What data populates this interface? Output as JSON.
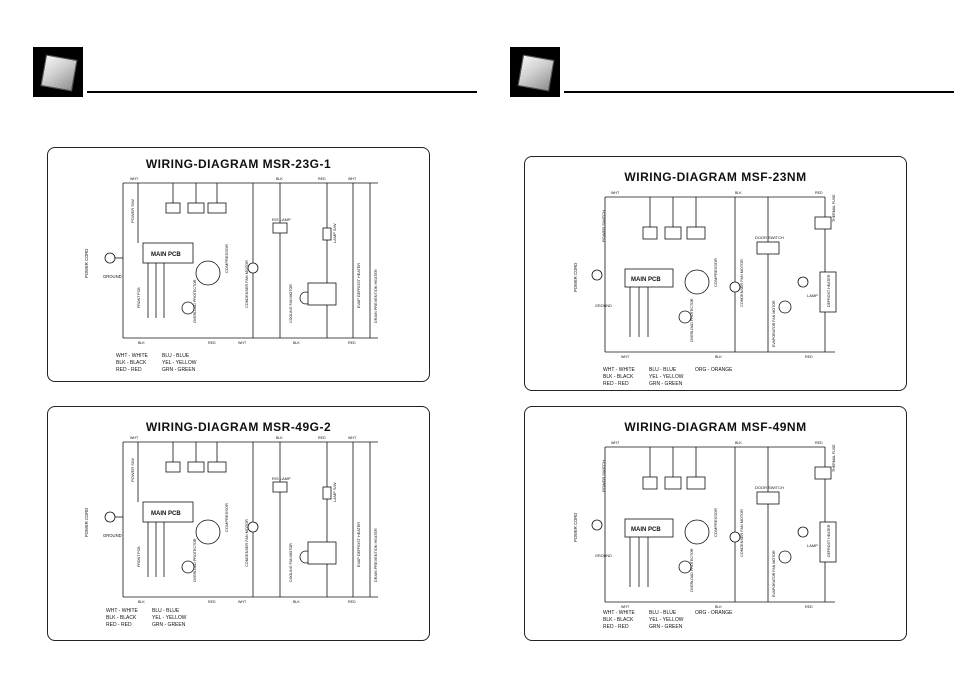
{
  "pages": [
    {
      "panels": [
        {
          "title": "WIRING-DIAGRAM  MSR-23G-1",
          "labels": {
            "main_pcb": "MAIN PCB",
            "power_cord": "POWER CORD",
            "ground": "GROUND",
            "power_sw": "POWER S/W",
            "compressor": "COMPRESSOR",
            "cond_fan": "CONDENSER FAN MOTOR",
            "overload": "OVERLOAD PROTECTOR",
            "rs_lamp": "R/S LAMP",
            "lamp_sw": "LAMP S/W",
            "cooling_fan": "COOLING FAN MOTOR",
            "defrost_heater": "EVAP DEFROST HEATER",
            "drain_heater": "DRAIN PREVENTION HEATER"
          },
          "legend": [
            "WHT - WHITE",
            "BLU - BLUE",
            "BLK - BLACK",
            "YEL - YELLOW",
            "RED - RED",
            "GRN - GREEN"
          ]
        },
        {
          "title": "WIRING-DIAGRAM  MSR-49G-2",
          "labels": {
            "main_pcb": "MAIN PCB",
            "power_cord": "POWER CORD",
            "ground": "GROUND",
            "power_sw": "POWER S/W",
            "compressor": "COMPRESSOR",
            "cond_fan": "CONDENSER FAN MOTOR",
            "overload": "OVERLOAD PROTECTOR",
            "rs_lamp": "R/S LAMP",
            "lamp_sw": "LAMP S/W",
            "cooling_fan": "COOLING FAN MOTOR",
            "defrost_heater": "EVAP DEFROST HEATER",
            "drain_heater": "DRAIN PREVENTION HEATER"
          },
          "legend": [
            "WHT - WHITE",
            "BLU - BLUE",
            "BLK - BLACK",
            "YEL - YELLOW",
            "RED - RED",
            "GRN - GREEN"
          ]
        }
      ]
    },
    {
      "panels": [
        {
          "title": "WIRING-DIAGRAM  MSF-23NM",
          "labels": {
            "main_pcb": "MAIN PCB",
            "power_cord": "POWER CORD",
            "ground": "GROUND",
            "power_sw": "POWER SWITCH",
            "compressor": "COMPRESSOR",
            "cond_fan": "CONDENSER FAN MOTOR",
            "overload": "OVERLOAD PROTECTOR",
            "door_sw": "DOOR SWITCH",
            "evap_fan": "EVAPORATOR FAN MOTOR",
            "lamp": "LAMP",
            "thermal_fuse": "THERMAL FUSE",
            "defrost_heater": "DEFROST HEATER"
          },
          "legend": [
            "WHT - WHITE",
            "BLU - BLUE",
            "ORG - ORANGE",
            "BLK - BLACK",
            "YEL - YELLOW",
            "",
            "RED - RED",
            "GRN - GREEN",
            ""
          ]
        },
        {
          "title": "WIRING-DIAGRAM  MSF-49NM",
          "labels": {
            "main_pcb": "MAIN PCB",
            "power_cord": "POWER CORD",
            "ground": "GROUND",
            "power_sw": "POWER SWITCH",
            "compressor": "COMPRESSOR",
            "cond_fan": "CONDENSER FAN MOTOR",
            "overload": "OVERLOAD PROTECTOR",
            "door_sw": "DOOR SWITCH",
            "evap_fan": "EVAPORATOR FAN MOTOR",
            "lamp": "LAMP",
            "thermal_fuse": "THERMAL FUSE",
            "defrost_heater": "DEFROST HEATER"
          },
          "legend": [
            "WHT - WHITE",
            "BLU - BLUE",
            "ORG - ORANGE",
            "BLK - BLACK",
            "YEL - YELLOW",
            "",
            "RED - RED",
            "GRN - GREEN",
            ""
          ]
        }
      ]
    }
  ],
  "wire_tags": [
    "WHT",
    "BLK",
    "RED",
    "BLU",
    "YEL",
    "GRN",
    "ORG"
  ]
}
